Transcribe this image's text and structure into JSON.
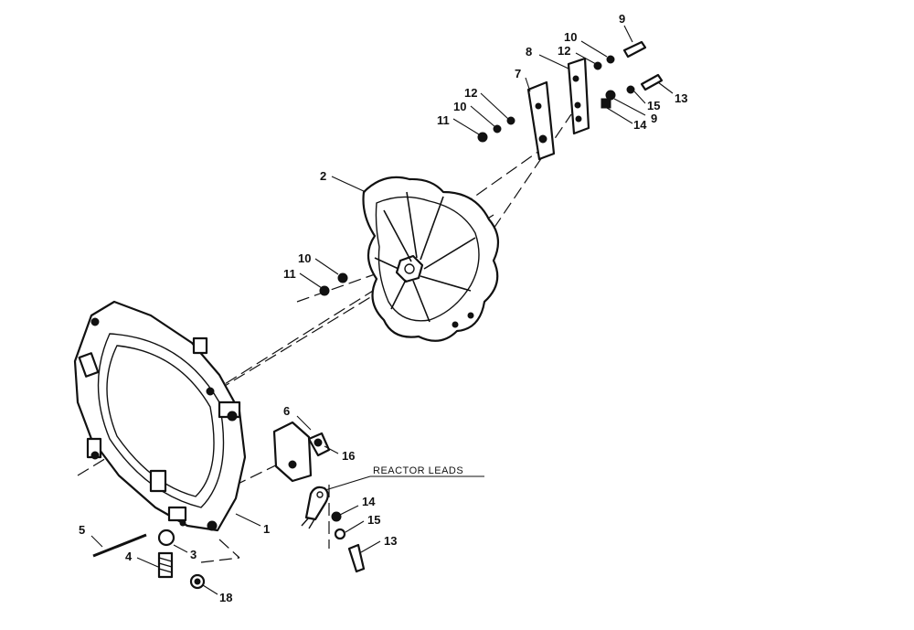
{
  "diagram": {
    "callouts": {
      "c1": "1",
      "c2": "2",
      "c3": "3",
      "c4": "4",
      "c5": "5",
      "c6": "6",
      "c7": "7",
      "c8": "8",
      "c9a": "9",
      "c9b": "9",
      "c10a": "10",
      "c10b": "10",
      "c10c": "10",
      "c11a": "11",
      "c11b": "11",
      "c12a": "12",
      "c12b": "12",
      "c13a": "13",
      "c13b": "13",
      "c14a": "14",
      "c14b": "14",
      "c15a": "15",
      "c15b": "15",
      "c16": "16",
      "c18": "18"
    },
    "reactor_leads_label": "REACTOR LEADS"
  }
}
